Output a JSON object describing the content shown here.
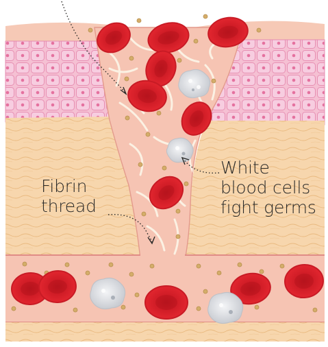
{
  "labels": {
    "white_blood_cells": [
      "White",
      "blood cells",
      "fight germs"
    ],
    "fibrin_thread": [
      "Fibrin",
      "thread"
    ]
  },
  "colors": {
    "background": "#ffffff",
    "wound_tissue": "#f6c3b3",
    "skin_cells": "#f3b9cf",
    "skin_cell_nuclei": "#e67aa6",
    "fat_layer": "#f6d3a7",
    "red_blood_cell": "#d91f2a",
    "white_blood_cell": "#e4e5e8",
    "platelet": "#c8a66a",
    "fibrin": "#fbf1e3",
    "vessel_wall": "#e08c86"
  }
}
